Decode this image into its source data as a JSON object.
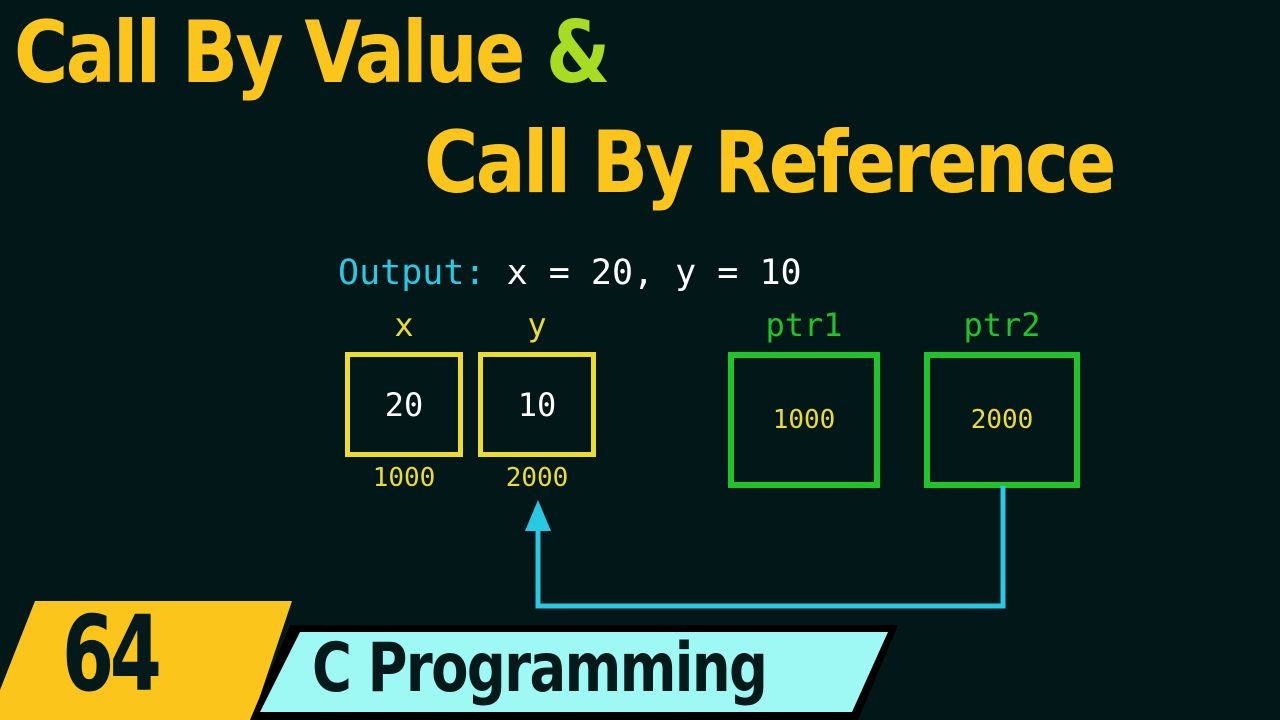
{
  "title": {
    "line1": "Call By Value",
    "ampersand": "&",
    "line2": "Call By Reference"
  },
  "output": {
    "label": "Output:",
    "text": "x = 20, y = 10"
  },
  "variables": [
    {
      "name": "x",
      "value": "20",
      "address": "1000"
    },
    {
      "name": "y",
      "value": "10",
      "address": "2000"
    }
  ],
  "pointers": [
    {
      "name": "ptr1",
      "value": "1000"
    },
    {
      "name": "ptr2",
      "value": "2000"
    }
  ],
  "arrow": {
    "from": "ptr2",
    "to": "y address 2000",
    "color": "#28c9e3"
  },
  "badge": {
    "episode": "64",
    "series": "C Programming"
  },
  "colors": {
    "background": "#021718",
    "title": "#fcc51b",
    "ampersand": "#a6dc21",
    "output_label": "#28c9e3",
    "variable": "#ecdd2c",
    "pointer": "#1fc42a",
    "badge_number_bg": "#fcc51b",
    "badge_series_bg": "#9ef8f4"
  }
}
